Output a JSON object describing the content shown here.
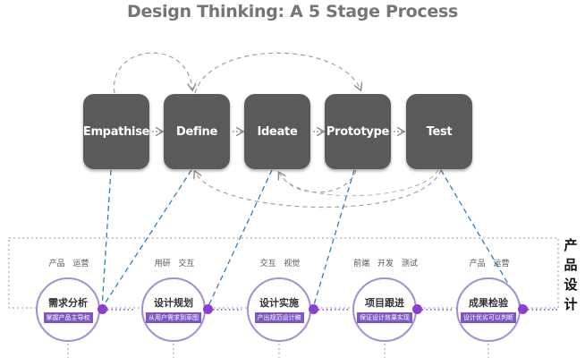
{
  "title": "Design Thinking: A 5 Stage Process",
  "stages": [
    "Empathise",
    "Define",
    "Ideate",
    "Prototype",
    "Test"
  ],
  "product_steps": [
    {
      "roles": "产品 运营",
      "name": "需求分析",
      "desc": "掌握产品主导权"
    },
    {
      "roles": "用研 交互",
      "name": "设计规划",
      "desc": "从用户需求到草图"
    },
    {
      "roles": "交互 视觉",
      "name": "设计实施",
      "desc": "产出规范设计稿"
    },
    {
      "roles": "前端 开发 测试",
      "name": "项目跟进",
      "desc": "保证设计效果实现"
    },
    {
      "roles": "产品 运营",
      "name": "成果检验",
      "desc": "设计优劣可以判断"
    }
  ],
  "side_label": [
    "产",
    "品",
    "设",
    "计"
  ],
  "colors": {
    "stage_box": "#5a5a5a",
    "title": "#757575",
    "connector_blue": "#2f7fc1",
    "circle_border": "#a68ed6",
    "dot_purple": "#8a3fd1",
    "tag_purple": "#7e57c2"
  }
}
